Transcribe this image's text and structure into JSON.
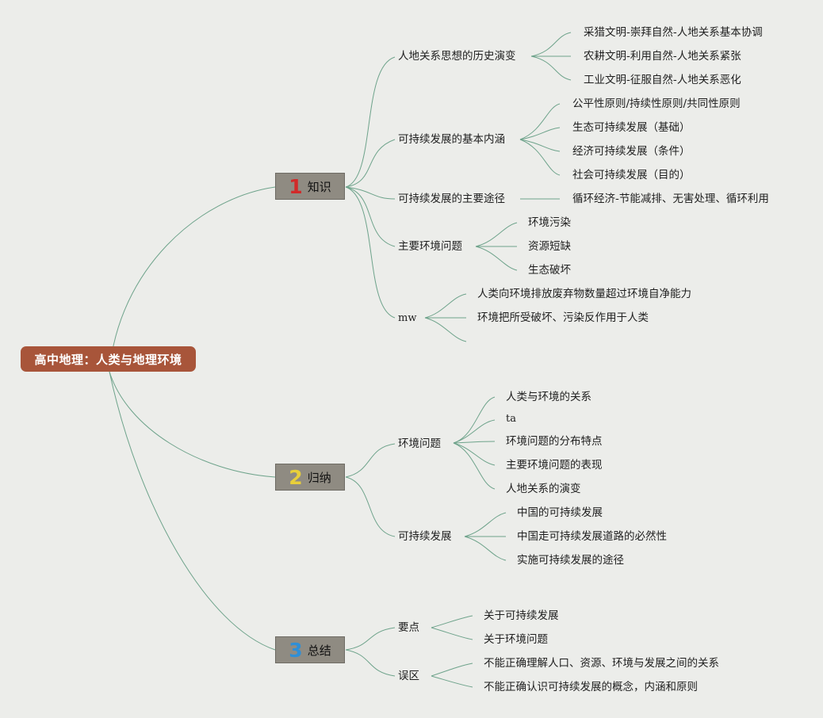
{
  "root": "高中地理：人类与地理环境",
  "sections": [
    {
      "num": "1",
      "label": "知识",
      "num_color": "#d12a2a"
    },
    {
      "num": "2",
      "label": "归纳",
      "num_color": "#e8cf3a"
    },
    {
      "num": "3",
      "label": "总结",
      "num_color": "#2f8fd6"
    }
  ],
  "knowledge": {
    "b1": {
      "label": "人地关系思想的历史演变",
      "items": [
        "采猎文明-崇拜自然-人地关系基本协调",
        "农耕文明-利用自然-人地关系紧张",
        "工业文明-征服自然-人地关系恶化"
      ]
    },
    "b2": {
      "label": "可持续发展的基本内涵",
      "items": [
        "公平性原则/持续性原则/共同性原则",
        "生态可持续发展（基础）",
        "经济可持续发展（条件）",
        "社会可持续发展（目的）"
      ]
    },
    "b3": {
      "label": "可持续发展的主要途径",
      "items": [
        "循环经济-节能减排、无害处理、循环利用"
      ]
    },
    "b4": {
      "label": "主要环境问题",
      "items": [
        "环境污染",
        "资源短缺",
        "生态破坏"
      ]
    },
    "b5": {
      "label": "mw",
      "items": [
        "人类向环境排放废弃物数量超过环境自净能力",
        "环境把所受破坏、污染反作用于人类",
        ""
      ]
    }
  },
  "summary": {
    "b1": {
      "label": "环境问题",
      "items": [
        "人类与环境的关系",
        "ta",
        "环境问题的分布特点",
        "主要环境问题的表现",
        "人地关系的演变"
      ]
    },
    "b2": {
      "label": "可持续发展",
      "items": [
        "中国的可持续发展",
        "中国走可持续发展道路的必然性",
        "实施可持续发展的途径"
      ]
    }
  },
  "conclusion": {
    "b1": {
      "label": "要点",
      "items": [
        "关于可持续发展",
        "关于环境问题"
      ]
    },
    "b2": {
      "label": "误区",
      "items": [
        "不能正确理解人口、资源、环境与发展之间的关系",
        "不能正确认识可持续发展的概念，内涵和原则"
      ]
    }
  }
}
